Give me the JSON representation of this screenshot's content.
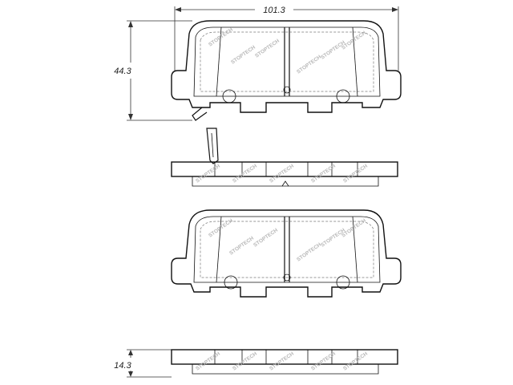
{
  "dimensions": {
    "width_label": "101.3",
    "height_label": "44.3",
    "thickness_label": "14.3"
  },
  "watermark": "STOPTECH",
  "colors": {
    "line": "#111111",
    "watermark": "#b8b8b8",
    "background": "#ffffff"
  }
}
